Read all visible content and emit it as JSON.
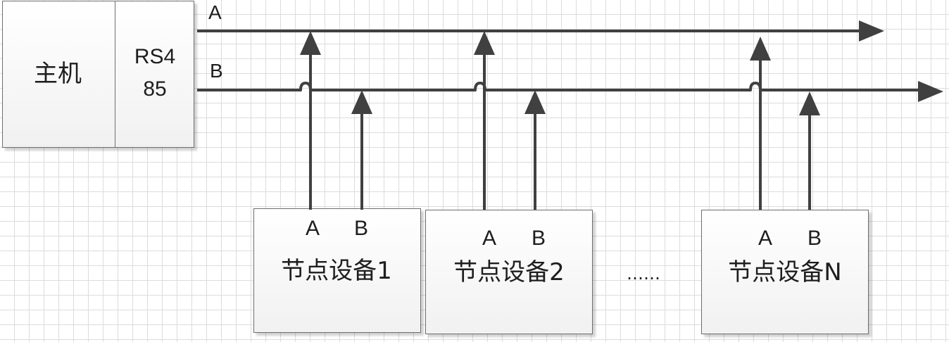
{
  "host": {
    "label": "主机",
    "port_label_line1": "RS4",
    "port_label_line2": "85"
  },
  "bus": {
    "line_a_label": "A",
    "line_b_label": "B"
  },
  "nodes": [
    {
      "name": "节点设备1",
      "pin_a": "A",
      "pin_b": "B"
    },
    {
      "name": "节点设备2",
      "pin_a": "A",
      "pin_b": "B"
    },
    {
      "name": "节点设备N",
      "pin_a": "A",
      "pin_b": "B"
    }
  ],
  "ellipsis": "……",
  "colors": {
    "wire": "#404040",
    "box_border": "#6e6e6e",
    "grid": "#dcdcdc"
  }
}
